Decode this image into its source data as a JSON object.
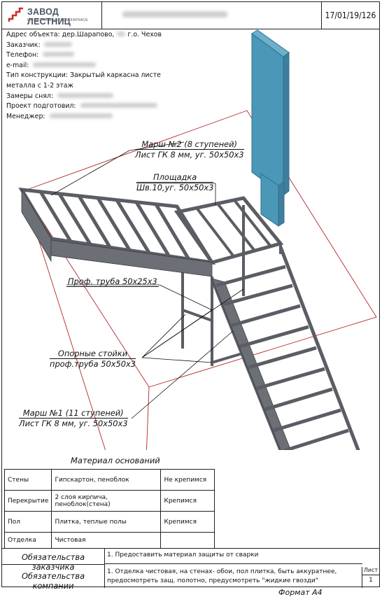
{
  "header": {
    "logo_title": "ЗАВОД ЛЕСТНИЦ",
    "logo_subtitle": "НА МЕТАЛЛИЧЕСКОМ КАРКАСЕ",
    "doc_number": "17/01/19/126"
  },
  "info": {
    "address": "Адрес объекта: дер.Шарапово,",
    "address_tail": "г.о. Чехов",
    "customer": "Заказчик:",
    "phone": "Телефон:",
    "email": "e-mail:",
    "construction_type_1": "Тип конструкции: Закрытый каркасна листе",
    "construction_type_2": "металла с 1-2 этаж",
    "measured_by": "Замеры снял:",
    "project_by": "Проект подготовил:",
    "manager": "Менеджер:"
  },
  "callouts": {
    "march2_line1": "Марш №2 (8 ступеней)",
    "march2_line2": "Лист ГК 8 мм, уг. 50х50х3",
    "landing_line1": "Площадка",
    "landing_line2": "Шв.10,уг. 50х50х3",
    "prof_pipe": "Проф. труба 50х25х3",
    "posts_line1": "Опорные стойки",
    "posts_line2": "проф.труба 50х50х3",
    "march1_line1": "Марш №1 (11 ступеней)",
    "march1_line2": "Лист ГК 8 мм, уг. 50х50х3"
  },
  "materials": {
    "title": "Материал оснований",
    "rows": [
      {
        "name": "Стены",
        "material": "Гипскартон, пеноблок",
        "status": "Не крепимся"
      },
      {
        "name": "Перекрытие",
        "material": "2 слоя кирпича, пеноблок(стена)",
        "status": "Крепимся"
      },
      {
        "name": "Пол",
        "material": "Плитка, теплые полы",
        "status": "Крепимся"
      },
      {
        "name": "Отделка",
        "material": "Чистовая",
        "status": ""
      }
    ]
  },
  "footer": {
    "customer_obligations_label": "Обязательства заказчика",
    "company_obligations_label": "Обязательства компании",
    "customer_obligations_text": "1. Предоставить материал защиты от сварки",
    "company_obligations_text_1": "1. Отделка чистовая, на стенах- обои, пол плитка, быть аккуратнее,",
    "company_obligations_text_2": "предосмотреть защ. полотно, предусмотреть \"жидкие гвозди\"",
    "sheet_label": "Лист",
    "sheet_number": "1",
    "format": "Формат А4"
  },
  "colors": {
    "wall_blue": "#4b97b8",
    "frame_gray": "#6c6f76",
    "annotation_red": "#b3262b"
  }
}
